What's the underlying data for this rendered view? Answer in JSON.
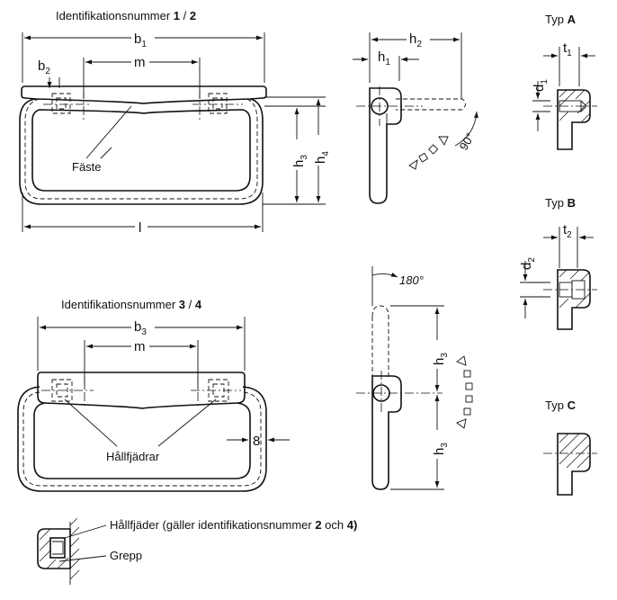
{
  "top": {
    "title_prefix": "Identifikationsnummer ",
    "title_bold_1": "1",
    "title_sep": " / ",
    "title_bold_2": "2",
    "dim_b": "b",
    "dim_b_sub": "1",
    "dim_b2": "b",
    "dim_b2_sub": "2",
    "dim_m": "m",
    "dim_l": "l",
    "dim_h3": "h",
    "dim_h3_sub": "3",
    "dim_h4": "h",
    "dim_h4_sub": "4",
    "label_faste": "Fäste"
  },
  "side": {
    "dim_h2": "h",
    "dim_h2_sub": "2",
    "dim_h1": "h",
    "dim_h1_sub": "1",
    "angle_90": "90°",
    "angle_180": "180°",
    "dim_h3a": "h",
    "dim_h3a_sub": "3",
    "dim_h3b": "h",
    "dim_h3b_sub": "3"
  },
  "bottom": {
    "title_prefix": "Identifikationsnummer ",
    "title_bold_1": "3",
    "title_sep": " / ",
    "title_bold_2": "4",
    "dim_b": "b",
    "dim_b_sub": "3",
    "dim_m": "m",
    "dim_8": "8",
    "label_hallfjadrar": "Hållfjädrar"
  },
  "types": {
    "a_prefix": "Typ ",
    "a_letter": "A",
    "b_prefix": "Typ ",
    "b_letter": "B",
    "c_prefix": "Typ ",
    "c_letter": "C",
    "dim_d1": "d",
    "dim_d1_sub": "1",
    "dim_t1": "t",
    "dim_t1_sub": "1",
    "dim_d2": "d",
    "dim_d2_sub": "2",
    "dim_t2": "t",
    "dim_t2_sub": "2"
  },
  "legend": {
    "spring_prefix": "Hållfjäder (gäller identifikationsnummer ",
    "spring_bold_1": "2",
    "spring_mid": " och ",
    "spring_bold_2": "4)",
    "grip": "Grepp"
  }
}
